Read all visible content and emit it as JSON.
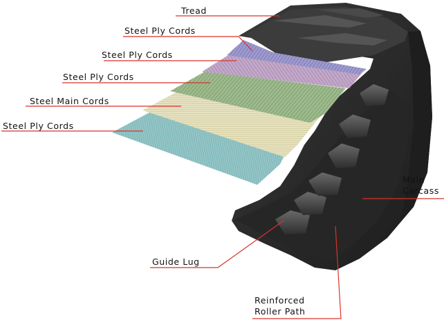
{
  "labels": {
    "tread": "Tread",
    "steel_ply_cords_1": "Steel Ply Cords",
    "steel_ply_cords_2": "Steel Ply Cords",
    "steel_ply_cords_3": "Steel Ply Cords",
    "steel_main_cords": "Steel Main Cords",
    "steel_ply_cords_4": "Steel Ply Cords",
    "main_carcass": "Main\nCarcass",
    "guide_lug": "Guide Lug",
    "reinforced_roller_path": "Reinforced\nRoller Path"
  },
  "colors": {
    "leader_line": "#d8322b",
    "rubber": "#2b2b2b",
    "ply_top": "#8f8cc4",
    "ply_second": "#b79bbf",
    "ply_green": "#8fae7e",
    "main_cords": "#dcd6ae",
    "ply_bottom": "#86bcbd"
  }
}
